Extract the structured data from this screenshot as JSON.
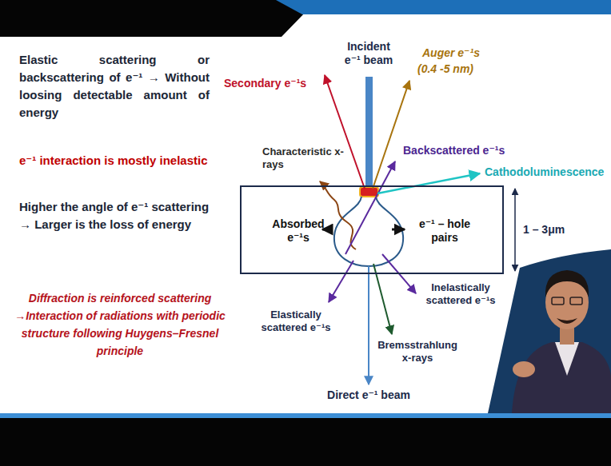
{
  "diagram": {
    "nodes": [
      {
        "text": [
          "Absorbed e⁻¹s",
          "e⁻¹ – hole pairs"
        ]
      }
    ],
    "labels": [
      "Elastic scattering or backscattering of e⁻¹ → Without loosing detectable amount of energy",
      "e⁻¹ interaction is mostly inelastic",
      "Higher the angle of e⁻¹ scattering → Larger is the loss of energy",
      "Diffraction is reinforced scattering →Interaction of radiations with periodic structure following Huygens–Fresnel principle",
      "Incident e⁻¹ beam",
      "Secondary e⁻¹s",
      "Auger e⁻¹s",
      "(0.4 -5 nm)",
      "Characteristic x-rays",
      "Backscattered e⁻¹s",
      "Cathodoluminescence",
      "1 – 3μm",
      "Elastically scattered e⁻¹s",
      "Inelastically scattered e⁻¹s",
      "Bremsstrahlung x-rays",
      "Direct e⁻¹ beam"
    ]
  }
}
